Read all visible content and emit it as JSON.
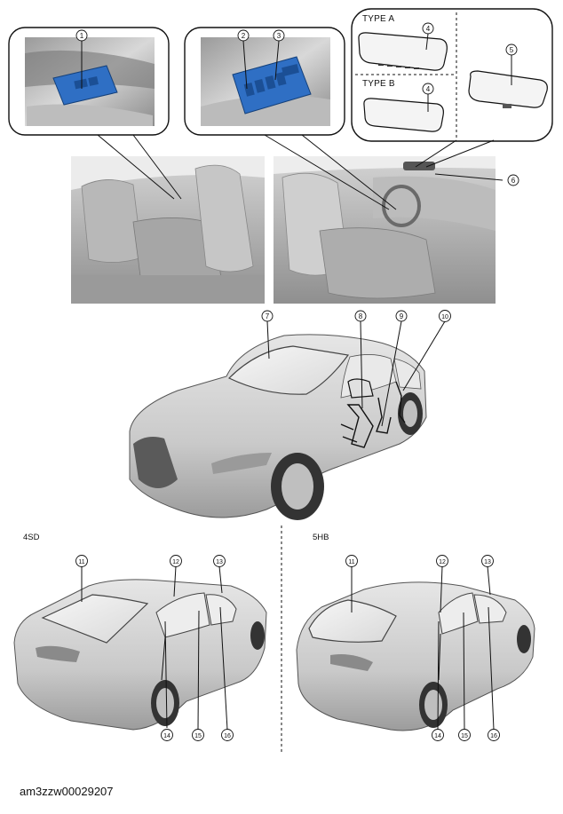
{
  "figure_id": "am3zzw00029207",
  "inset_labels": {
    "type_a": "TYPE A",
    "type_b": "TYPE B"
  },
  "variant_labels": {
    "sedan": "4SD",
    "hatchback": "5HB"
  },
  "callouts": {
    "n1": "1",
    "n2": "2",
    "n3": "3",
    "n4": "4",
    "n5": "5",
    "n6": "6",
    "n7": "7",
    "n8": "8",
    "n9": "9",
    "n10": "10",
    "n11": "11",
    "n12": "12",
    "n13": "13",
    "n14": "14",
    "n15": "15",
    "n16": "16"
  },
  "colors": {
    "switch_blue": "#2f6fc4",
    "car_body": "#d9d9d9",
    "glass": "#efefef",
    "line": "#111111"
  }
}
